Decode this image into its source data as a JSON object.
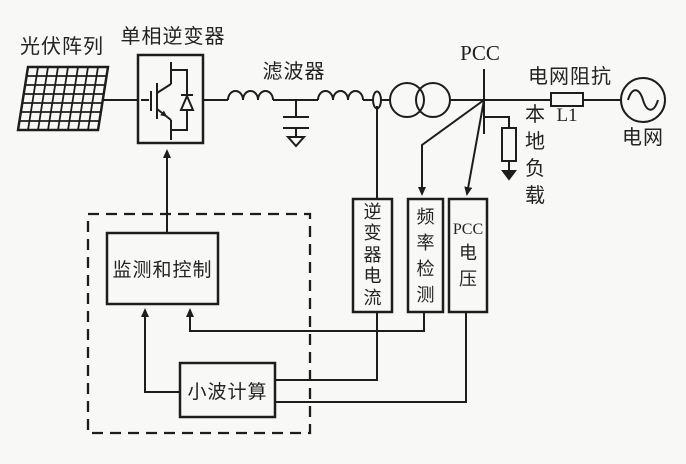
{
  "diagram": {
    "title_hint": "单相光伏并网系统小波检测结构图",
    "colors": {
      "background": "#f8f8f6",
      "line": "#1d1d1b",
      "text": "#232321"
    },
    "labels": {
      "pv_array": "光伏阵列",
      "inverter": "单相逆变器",
      "filter": "滤波器",
      "pcc_node": "PCC",
      "grid_impedance": "电网阻抗",
      "grid_impedance_ref": "L1",
      "grid": "电网",
      "local_load": "本地负载",
      "inverter_current": "逆变器电流",
      "frequency_detection": "频率检测",
      "pcc_voltage_line1": "PCC",
      "pcc_voltage_line2": "电压",
      "monitoring_control": "监测和控制",
      "wavelet_calculation": "小波计算"
    }
  }
}
